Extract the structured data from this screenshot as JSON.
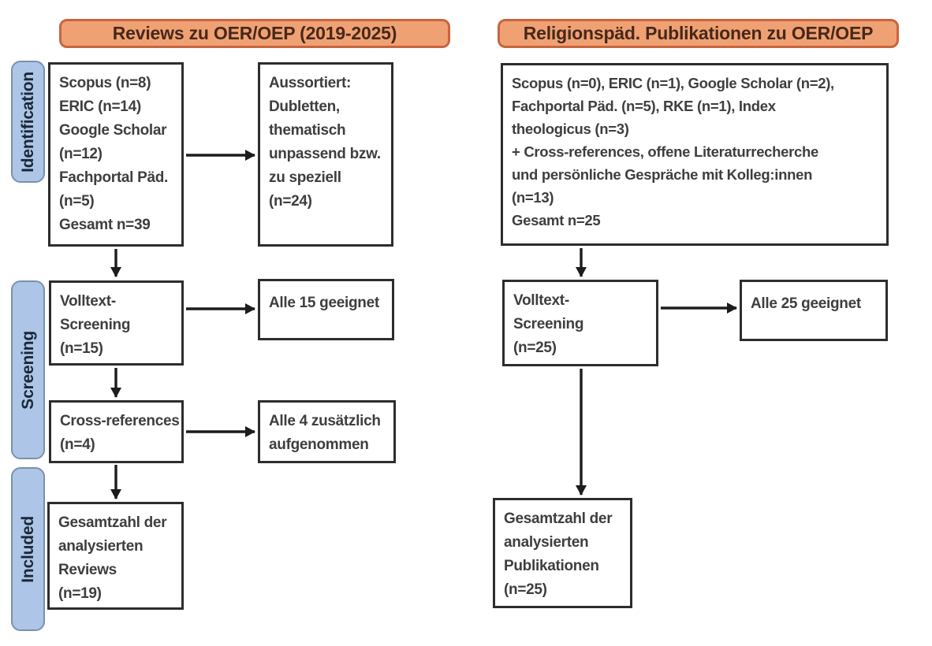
{
  "headers": {
    "left": "Reviews zu OER/OEP (2019-2025)",
    "right": "Religionspäd. Publikationen zu OER/OEP"
  },
  "stages": [
    {
      "label": "Identification"
    },
    {
      "label": "Screening"
    },
    {
      "label": "Included"
    }
  ],
  "left_column": {
    "identification": "Scopus (n=8)\nERIC (n=14)\nGoogle Scholar\n(n=12)\nFachportal Päd.\n(n=5)\nGesamt n=39",
    "sorted_out": "Aussortiert:\nDubletten,\nthematisch\nunpassend bzw.\nzu speziell\n(n=24)",
    "fulltext_screening": "Volltext-\nScreening\n(n=15)",
    "fulltext_result": "Alle 15 geeignet",
    "cross_references": "Cross-references\n(n=4)",
    "cross_references_result": "Alle 4 zusätzlich\naufgenommen",
    "included_total": "Gesamtzahl der\nanalysierten\nReviews\n(n=19)"
  },
  "right_column": {
    "identification": "Scopus (n=0), ERIC (n=1), Google Scholar (n=2),\nFachportal Päd. (n=5), RKE (n=1), Index\ntheologicus (n=3)\n+ Cross-references, offene Literaturrecherche\nund persönliche Gespräche mit Kolleg:innen\n(n=13)\nGesamt n=25",
    "fulltext_screening": "Volltext-\nScreening\n(n=25)",
    "fulltext_result": "Alle 25 geeignet",
    "included_total": "Gesamtzahl der\nanalysierten\nPublikationen\n(n=25)"
  },
  "colors": {
    "header-fill": "#f0a173",
    "header-border": "#c8653e",
    "header-text": "#46281a",
    "stage-fill": "#adc6e7",
    "stage-border": "#7a90ad",
    "stage-text": "#1c2737",
    "box-border": "#2d2d2d",
    "box-text": "#3e3e3e",
    "arrow": "#1c1c1c"
  }
}
